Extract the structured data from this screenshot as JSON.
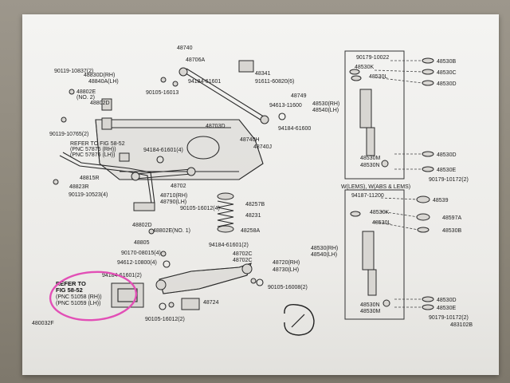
{
  "labels": {
    "p48740": "48740",
    "p48706A": "48706A",
    "p48341": "48341",
    "p91611": "91611-60820(6)",
    "p94184a": "94184-61601",
    "p90105a": "90105-16013",
    "p90119a": "90119-10837(2)",
    "p48830D": "48830D(RH)",
    "p48840A": "48840A(LH)",
    "p48802E": "48802E",
    "pNo2": "(NO. 2)",
    "p48802D": "48802D",
    "p90119b": "90119-10765(2)",
    "refer1a": "REFER TO FIG 58-52",
    "refer1b": "(PNC 57875 (RH))",
    "refer1c": "(PNC 57876 (LH))",
    "p48815R": "48815R",
    "p48823R": "48823R",
    "p90119c": "90119-10523(4)",
    "p94184b": "94184-61601(4)",
    "p48702": "48702",
    "p48710": "48710(RH)",
    "p48790": "48790(LH)",
    "p90105b": "90105-16012(4)",
    "p48257B": "48257B",
    "p48231": "48231",
    "p48258A": "48258A",
    "p48802Da": "48802D",
    "p48802Ea": "48802E",
    "pNo1": "(NO. 1)",
    "p48805": "48805",
    "p90170": "90170-08015(4)",
    "p94612": "94612-10800(4)",
    "p94184c": "94184-61601(2)",
    "p94184d": "94184-61601(2)",
    "p48702C1": "48702C",
    "p48702C2": "48702C",
    "p48720": "48720(RH)",
    "p48730": "48730(LH)",
    "p90105c": "90105-16008(2)",
    "p48724": "48724",
    "p90105d": "90105-16012(2)",
    "refer2a": "REFER TO",
    "refer2b": "FIG 58-52",
    "refer2c": "(PNC 51058 (RH))",
    "refer2d": "(PNC 51059 (LH))",
    "p48703D": "48703D",
    "p48749": "48749",
    "p94613": "94613-11600",
    "p94184e": "94184-61600",
    "p48740H": "48740H",
    "p48740J": "48740J",
    "p48530RH": "48530(RH)",
    "p48540LH": "48540(LH)",
    "p90179a": "90179-10022",
    "p48530K": "48530K",
    "p48530L": "48530L",
    "p48530B": "48530B",
    "p48530C": "48530C",
    "p48530D": "48530D",
    "p48530M": "48530M",
    "p48530N": "48530N",
    "p48530E": "48530E",
    "p90179b": "90179-10172(2)",
    "p48530D2": "48530D",
    "wlems": "W(LEMS), W(ABS & LEMS)",
    "p94187": "94187-11200",
    "p48539": "48539",
    "p48530K2": "48530K",
    "p48530L2": "48530L",
    "p48597A": "48597A",
    "p48530B2": "48530B",
    "p48530RH2": "48530(RH)",
    "p48540LH2": "48540(LH)",
    "p48530N2": "48530N",
    "p48530M2": "48530M",
    "p48530D3": "48530D",
    "p48530E2": "48530E",
    "p90179c": "90179-10172(2)",
    "code1": "480032F",
    "code2": "483102B"
  },
  "colors": {
    "highlight": "#e24fb6",
    "ink": "#1c1c1c"
  }
}
